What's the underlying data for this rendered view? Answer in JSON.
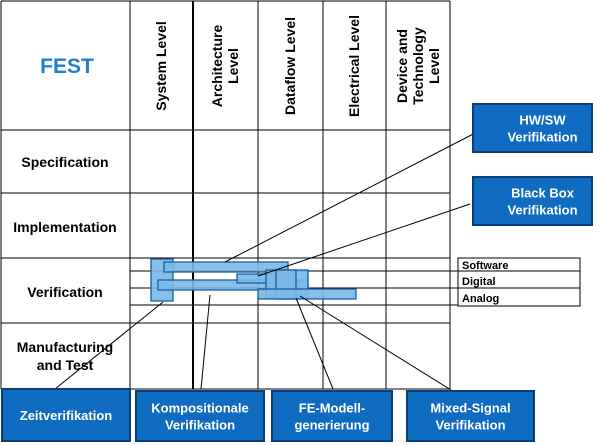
{
  "title": "FEST",
  "columns": [
    "System Level",
    "Architecture|Level",
    "Dataflow Level",
    "Electrical Level",
    "Device and|Technology|Level"
  ],
  "rows": [
    "Specification",
    "Implementation",
    "Verification",
    "Manufacturing|and Test"
  ],
  "layers": [
    "Software",
    "Digital",
    "Analog"
  ],
  "callouts_right": [
    "HW/SW|Verifikation",
    "Black Box|Verifikation"
  ],
  "callouts_bottom": [
    "Zeitverifikation",
    "Kompositionale|Verifikation",
    "FE-Modell-|generierung",
    "Mixed-Signal|Verifikation"
  ],
  "colors": {
    "callout_fill": "#0f6cc0",
    "callout_stroke": "#0a3f75",
    "bar_fill": "#7ab8e6",
    "bar_stroke": "#1a5f9e",
    "title": "#1f7fcf"
  }
}
